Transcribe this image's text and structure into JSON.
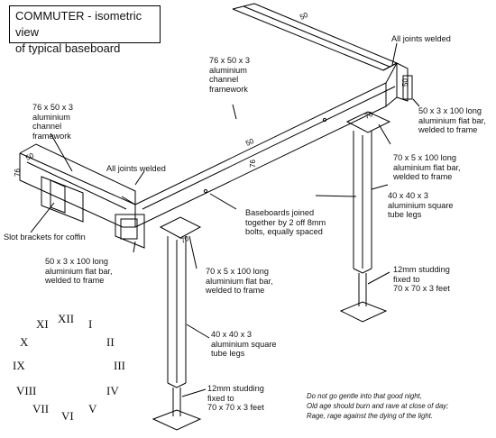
{
  "title": [
    "COMMUTER - isometric view",
    "of typical baseboard"
  ],
  "labels": {
    "joints_top": "All joints welded",
    "channel_mid": [
      "76 x 50 x 3",
      "aluminium",
      "channel",
      "framework"
    ],
    "channel_left": [
      "76 x 50 x 3",
      "aluminium",
      "channel",
      "framework"
    ],
    "joints_left": "All joints welded",
    "flatbar_right": [
      "50 x 3 x 100 long",
      "aluminium flat bar,",
      "welded to frame"
    ],
    "plate_right": [
      "70 x 5 x 100 long",
      "aluminium flat bar,",
      "welded to frame"
    ],
    "baseboards": [
      "Baseboards joined",
      "together by 2 off 8mm",
      "bolts, equally spaced"
    ],
    "legs_right": [
      "40 x 40 x 3",
      "aluminium square",
      "tube legs"
    ],
    "slot": "Slot brackets for coffin",
    "flatbar_left": [
      "50 x 3 x 100 long",
      "aluminium flat bar,",
      "welded to frame"
    ],
    "plate_mid": [
      "70 x 5 x 100 long",
      "aluminium flat bar,",
      "welded to frame"
    ],
    "stud_right": [
      "12mm studding",
      "fixed to",
      "70 x 70 x 3 feet"
    ],
    "legs_left": [
      "40 x 40 x 3",
      "aluminium square",
      "tube legs"
    ],
    "stud_left": [
      "12mm studding",
      "fixed to",
      "70 x 70 x 3 feet"
    ]
  },
  "dimensions": [
    "50",
    "50",
    "76",
    "50",
    "76",
    "50",
    "70",
    "70"
  ],
  "clock_numerals": [
    "XII",
    "I",
    "II",
    "III",
    "IV",
    "V",
    "VI",
    "VII",
    "VIII",
    "IX",
    "X",
    "XI"
  ],
  "poem": [
    "Do not go gentle into that good night,",
    "Old age should burn and rave at close of day;",
    "Rage, rage against the dying of the light."
  ]
}
